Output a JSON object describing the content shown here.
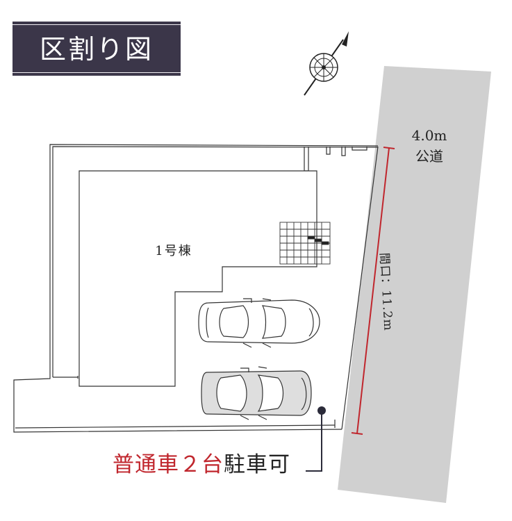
{
  "title": "区割り図",
  "road": {
    "width_label": "4.0m",
    "type_label": "公道"
  },
  "building": {
    "label": "1号棟"
  },
  "frontage": {
    "label": "間口：11.2m"
  },
  "parking": {
    "prefix": "普通車２台",
    "suffix": "駐車可"
  },
  "colors": {
    "title_bg": "#3b3649",
    "road_fill": "#d0d0d0",
    "accent_red": "#c0262d",
    "line": "#333333"
  },
  "icons": [
    "compass-icon",
    "car-icon"
  ]
}
